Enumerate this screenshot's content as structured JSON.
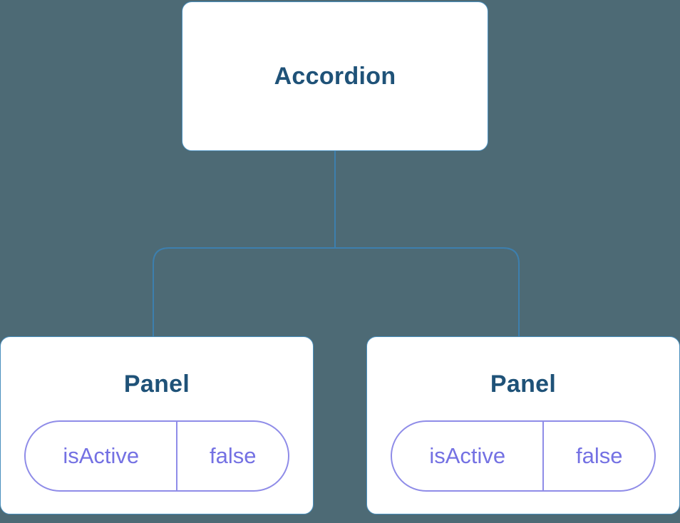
{
  "colors": {
    "bg": "#4d6a75",
    "line": "#3d7fae",
    "card-bg": "#ffffff",
    "card-border": "#4a90be",
    "title": "#1f5278",
    "prop": "#7471e3",
    "prop-border": "#8f8ce8"
  },
  "tree": {
    "root": {
      "label": "Accordion"
    },
    "children": [
      {
        "label": "Panel",
        "props": [
          {
            "name": "isActive",
            "value": "false"
          }
        ]
      },
      {
        "label": "Panel",
        "props": [
          {
            "name": "isActive",
            "value": "false"
          }
        ]
      }
    ]
  }
}
